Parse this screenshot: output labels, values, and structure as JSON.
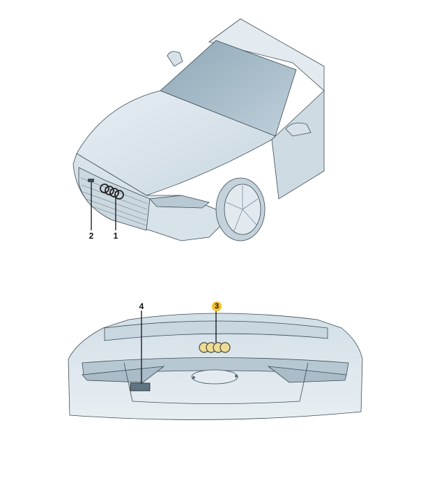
{
  "diagram": {
    "type": "parts-illustration",
    "subject": "Audi sedan badges / emblems",
    "views": [
      {
        "name": "front-three-quarter-view",
        "callouts": [
          {
            "label": "1",
            "target": "front grille four-rings emblem",
            "highlighted": false
          },
          {
            "label": "2",
            "target": "front grille model badge",
            "highlighted": false
          }
        ]
      },
      {
        "name": "rear-view-trunk-lid",
        "callouts": [
          {
            "label": "3",
            "target": "rear four-rings emblem",
            "highlighted": true
          },
          {
            "label": "4",
            "target": "rear model designation badge",
            "highlighted": false
          }
        ]
      }
    ],
    "colors": {
      "body": "#dfe8ee",
      "body_shade": "#c3d3de",
      "glass": "#9fb6c4",
      "line": "#3b4a55",
      "highlight": "#f2c02c",
      "emblem_gold": "#e9d38a",
      "badge": "#5f7582"
    }
  }
}
